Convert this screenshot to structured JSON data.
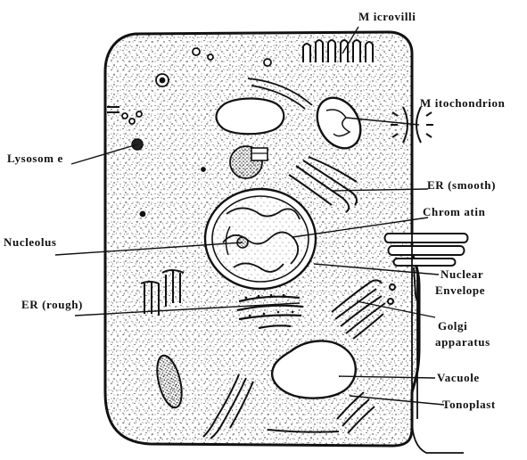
{
  "caption": "",
  "labels": {
    "microvilli": "M icrovilli",
    "mitochondrion": "M itochondrion",
    "lysosome": "Lysosom e",
    "er_smooth": "ER (smooth)",
    "chromatin": "Chrom atin",
    "nucleolus": "Nucleolus",
    "nuclear_envelope_1": "Nuclear",
    "nuclear_envelope_2": "Envelope",
    "er_rough": "ER (rough)",
    "golgi_1": "Golgi",
    "golgi_2": "apparatus",
    "vacuole": "Vacuole",
    "tonoplast": "Tonoplast"
  }
}
